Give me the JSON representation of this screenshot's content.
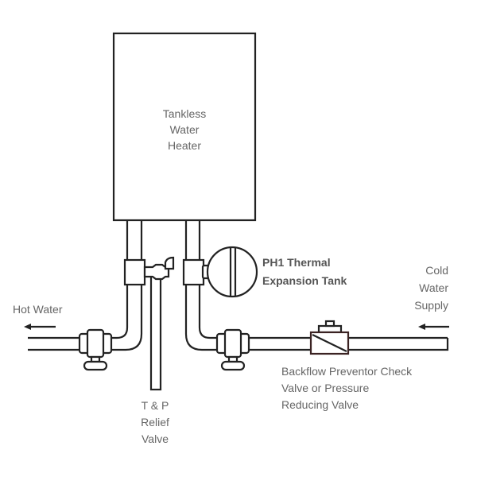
{
  "heater": {
    "lines": [
      "Tankless",
      "Water",
      "Heater"
    ]
  },
  "labels": {
    "hot_water": "Hot Water",
    "tank": [
      "PH1 Thermal",
      "Expansion Tank"
    ],
    "cold": [
      "Cold",
      "Water",
      "Supply"
    ],
    "backflow": [
      "Backflow Preventor Check",
      "Valve or Pressure",
      "Reducing Valve"
    ],
    "relief": [
      "T & P",
      "Relief",
      "Valve"
    ]
  },
  "colors": {
    "line": "#222222",
    "text": "#666666"
  }
}
